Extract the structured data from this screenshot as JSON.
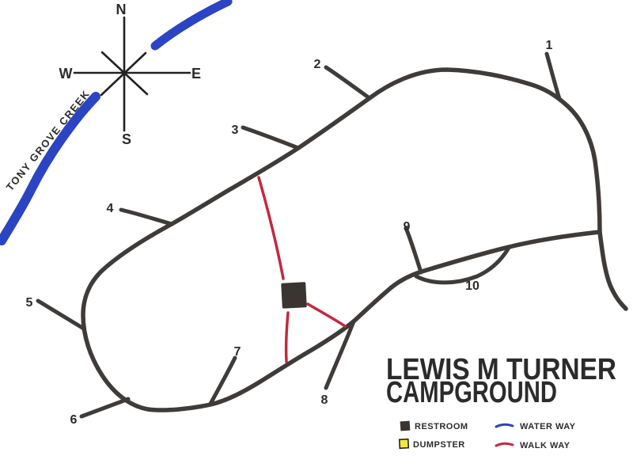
{
  "map": {
    "title_line1": "LEWIS M TURNER",
    "title_line2": "CAMPGROUND",
    "creek_label": "TONY GROVE CREEK"
  },
  "compass": {
    "north": "N",
    "south": "S",
    "east": "E",
    "west": "W"
  },
  "sites": [
    {
      "label": "1"
    },
    {
      "label": "2"
    },
    {
      "label": "3"
    },
    {
      "label": "4"
    },
    {
      "label": "5"
    },
    {
      "label": "6"
    },
    {
      "label": "7"
    },
    {
      "label": "8"
    },
    {
      "label": "9"
    },
    {
      "label": "10"
    }
  ],
  "legend": {
    "restroom": {
      "label": "RESTROOM",
      "color": "#3a3531"
    },
    "dumpster": {
      "label": "DUMPSTER",
      "color": "#f2ea3b"
    },
    "waterway": {
      "label": "WATER WAY",
      "color": "#2b44c4"
    },
    "walkway": {
      "label": "WALK WAY",
      "color": "#c4283f"
    }
  },
  "colors": {
    "road": "#3e3b39",
    "creek": "#2b44c4",
    "walkway": "#c4283f",
    "ink": "#2b2b2b"
  }
}
